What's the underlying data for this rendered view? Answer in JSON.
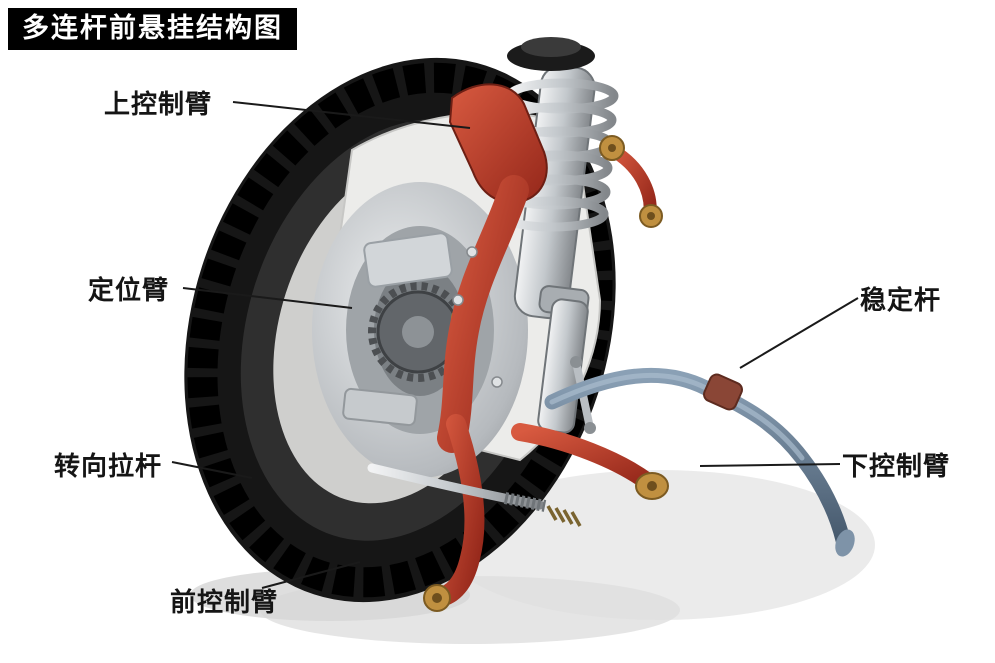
{
  "title": "多连杆前悬挂结构图",
  "labels": {
    "upper_control_arm": "上控制臂",
    "locating_arm": "定位臂",
    "steering_tie_rod": "转向拉杆",
    "front_control_arm": "前控制臂",
    "stabilizer_bar": "稳定杆",
    "lower_control_arm": "下控制臂"
  },
  "illustration": {
    "parts": [
      "tire",
      "wheel-rim",
      "hub-cv-joint",
      "shock-absorber",
      "coil-spring",
      "steering-knuckle",
      "upper-control-arm",
      "lower-control-arm",
      "front-control-arm",
      "steering-tie-rod",
      "stabilizer-bar",
      "stabilizer-bushing",
      "ball-joint-bushings"
    ],
    "colors": {
      "control_arm_red": "#a83326",
      "stabilizer_blue": "#5d7490",
      "metal_silver": "#c9cdd1",
      "tire_black": "#161616",
      "bushing_brass": "#c09040",
      "label_text": "#151515",
      "title_bg": "#000000",
      "title_text": "#ffffff"
    }
  }
}
